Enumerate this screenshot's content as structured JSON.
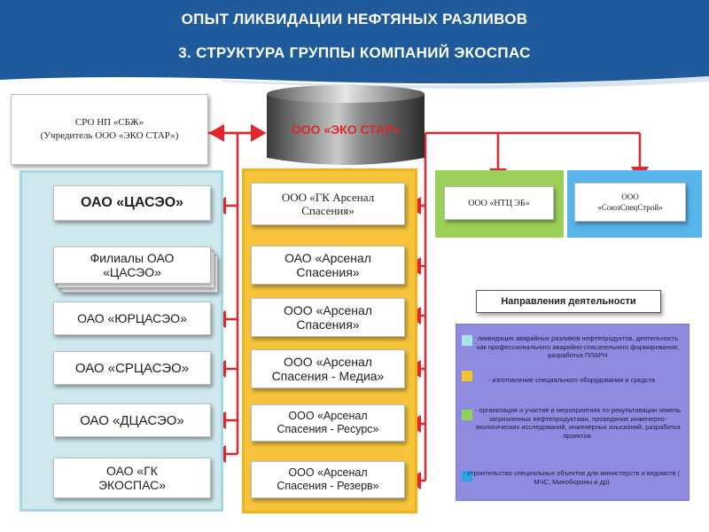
{
  "header": {
    "line1": "ОПЫТ ЛИКВИДАЦИИ НЕФТЯНЫХ РАЗЛИВОВ",
    "line2": "3. СТРУКТУРА ГРУППЫ КОМПАНИЙ ЭКОСПАС"
  },
  "sro": {
    "line1": "СРО НП «СБЖ»",
    "line2": "(Учредитель ООО «ЭКО СТАР»)"
  },
  "eco_star": {
    "label": "ООО «ЭКО СТАР»"
  },
  "left_column": {
    "main": "ОАО «ЦАСЭО»",
    "branches": "Филиалы ОАО «ЦАСЭО»",
    "items": [
      "ОАО «ЮРЦАСЭО»",
      "ОАО «СРЦАСЭО»",
      "ОАО «ДЦАСЭО»",
      "ОАО «ГК ЭКОСПАС»"
    ]
  },
  "middle_column": {
    "main": "ООО «ГК Арсенал Спасения»",
    "items": [
      "ОАО «Арсенал Спасения»",
      "ООО «Арсенал Спасения»",
      "ООО «Арсенал Спасения - Медиа»",
      "ООО «Арсенал Спасения - Ресурс»",
      "ООО «Арсенал Спасения - Резерв»"
    ]
  },
  "ntc": {
    "label": "ООО «НТЦ ЭБ»"
  },
  "soyuz": {
    "line1": "ООО",
    "line2": "«СоюзСпецСтрой»"
  },
  "directions": {
    "title": "Направления деятельности",
    "items": [
      {
        "color": "#a9e3ee",
        "text": "ликвидация аварийных разливов нефтепродуктов, деятельность как профессионального аварийно-спасательного формирования, разработка ПЛАРН"
      },
      {
        "color": "#f4c430",
        "text": "- изготовление специального оборудования и средств"
      },
      {
        "color": "#8ed35a",
        "text": "- организация и участие в мероприятиях по рекультивации земель загрязненных нефтепродуктами, проведение инженерно-экологических исследований, инженерных изысканий, разработка проектов."
      },
      {
        "color": "#29a8e8",
        "text": "- строительство специальных объектов для министерств и ведомств ( МЧС, Минобороны и др)"
      }
    ]
  },
  "colors": {
    "header": "#1f5a9c",
    "arrow_red": "#e3262b",
    "arrow_navy": "#1b2a6b"
  }
}
